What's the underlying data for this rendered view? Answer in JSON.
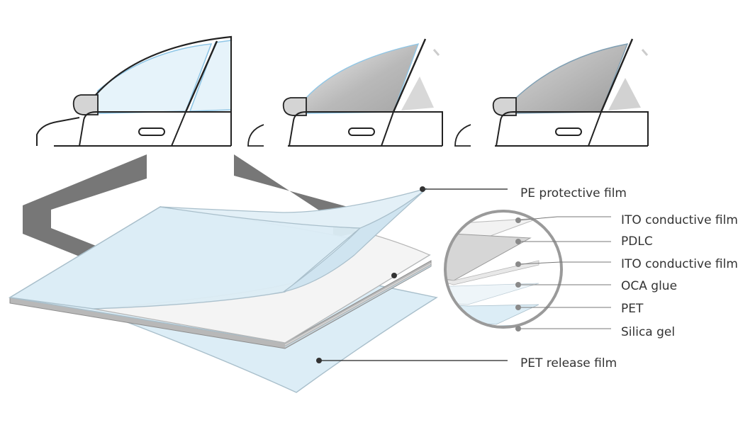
{
  "labels": {
    "pe_protective_film": "PE  protective film",
    "pet_release_film": "PET  release film",
    "layers": [
      "ITO  conductive film",
      "PDLC",
      "ITO  conductive film",
      "OCA glue",
      "PET",
      "Silica  gel"
    ]
  },
  "colors": {
    "film_blue": "#dcedf6",
    "film_edge": "#a9bfcb",
    "window_clear": "#e6f3fa",
    "window_tint": "#c8c8c8",
    "band_gray": "#777777",
    "line": "#222222",
    "callout_dot": "#8a8a8a"
  },
  "car_states": [
    "clear-window",
    "tinted-window",
    "tinted-window"
  ]
}
